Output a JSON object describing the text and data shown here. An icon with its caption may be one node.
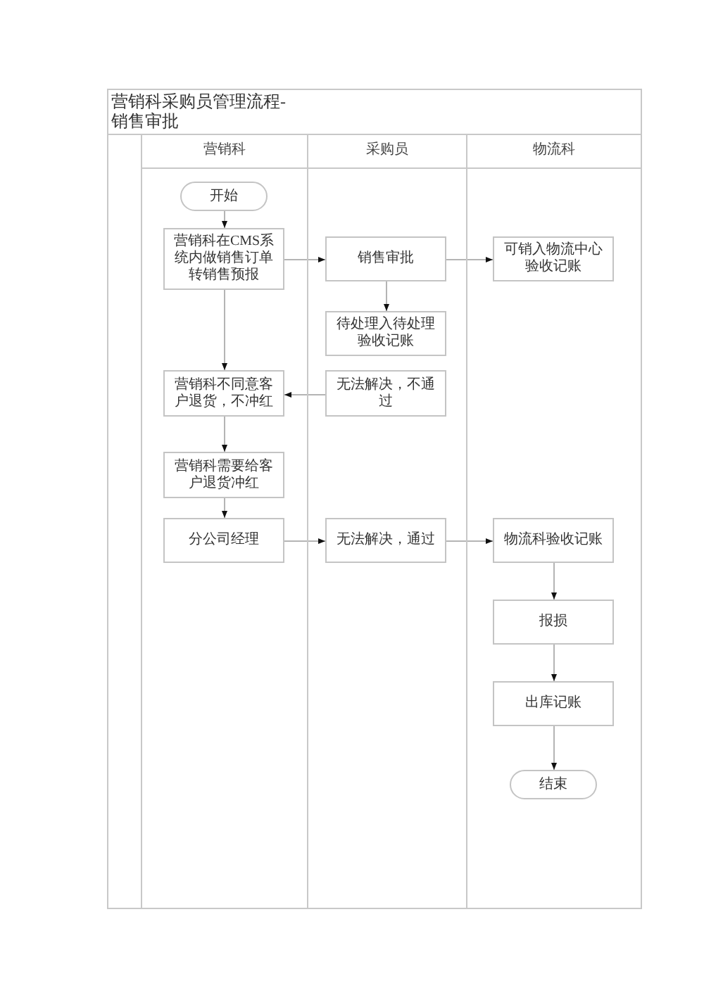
{
  "diagram": {
    "title": "营销科采购员管理流程-销售审批",
    "nodes": [
      {
        "text": [
          "营销科"
        ]
      },
      {
        "text": [
          "采购员"
        ]
      },
      {
        "text": [
          "物流科"
        ]
      },
      {
        "text": [
          "开始"
        ],
        "in": 0
      },
      {
        "text": [
          "营销科在CMS系统内做销售订单转销售预报"
        ],
        "in": 0
      },
      {
        "text": [
          "销售审批"
        ],
        "in": 1
      },
      {
        "text": [
          "可销入物流中心验收记账"
        ],
        "in": 2
      },
      {
        "text": [
          "待处理入待处理验收记账"
        ],
        "in": 1
      },
      {
        "text": [
          "营销科不同意客户退货，不冲红"
        ],
        "in": 0
      },
      {
        "text": [
          "无法解决，不通过"
        ],
        "in": 1
      },
      {
        "text": [
          "营销科需要给客户退货冲红"
        ],
        "in": 0
      },
      {
        "text": [
          "分公司经理"
        ],
        "in": 0
      },
      {
        "text": [
          "无法解决，通过"
        ],
        "in": 1
      },
      {
        "text": [
          "物流科验收记账"
        ],
        "in": 2
      },
      {
        "text": [
          "报损"
        ],
        "in": 2
      },
      {
        "text": [
          "出库记账"
        ],
        "in": 2
      },
      {
        "text": [
          "结束"
        ],
        "in": 2
      }
    ],
    "edges": [
      {
        "from": 3,
        "to": 4,
        "arrow": "to"
      },
      {
        "from": 4,
        "to": 5,
        "arrow": "to"
      },
      {
        "from": 5,
        "to": 6,
        "arrow": "to"
      },
      {
        "from": 5,
        "to": 7,
        "arrow": "to"
      },
      {
        "from": 4,
        "to": 8,
        "arrow": "to"
      },
      {
        "from": 9,
        "to": 8,
        "arrow": "to"
      },
      {
        "from": 8,
        "to": 10,
        "arrow": "to"
      },
      {
        "from": 10,
        "to": 11,
        "arrow": "to"
      },
      {
        "from": 11,
        "to": 12,
        "arrow": "to"
      },
      {
        "from": 12,
        "to": 13,
        "arrow": "to"
      },
      {
        "from": 13,
        "to": 14,
        "arrow": "to"
      },
      {
        "from": 14,
        "to": 15,
        "arrow": "to"
      },
      {
        "from": 15,
        "to": 16,
        "arrow": "to"
      }
    ]
  }
}
